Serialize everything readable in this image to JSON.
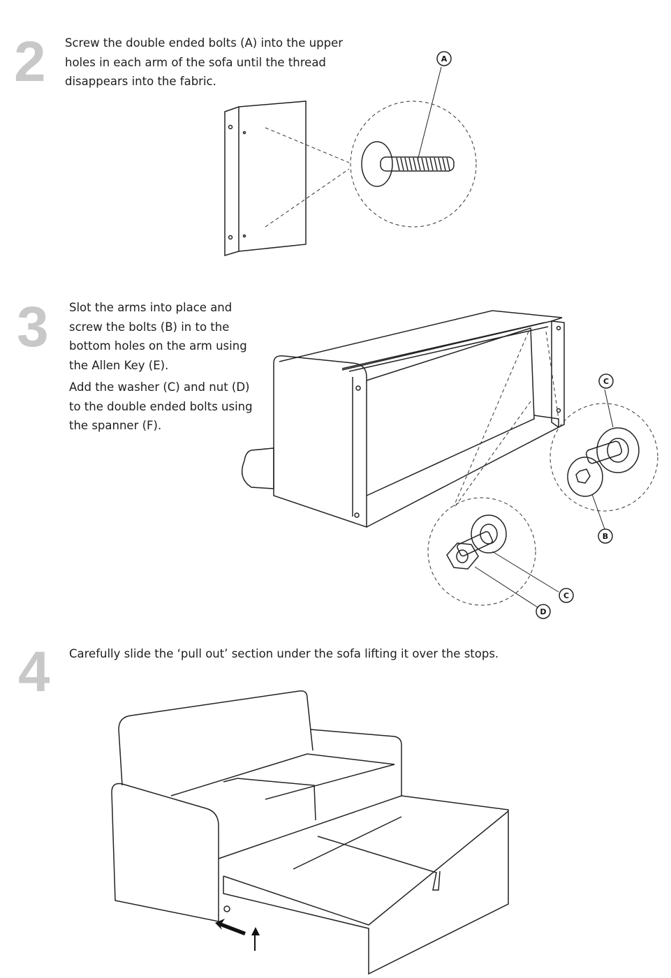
{
  "steps": [
    {
      "number": "2",
      "text": [
        "Screw the double ended bolts (A) into the upper holes in each arm of the sofa until the thread disappears into the fabric."
      ]
    },
    {
      "number": "3",
      "text": [
        "Slot the arms into place and screw the bolts (B) in to the bottom holes on the arm using the Allen Key (E).",
        "Add the washer (C) and nut (D) to the double ended bolts using the spanner (F)."
      ]
    },
    {
      "number": "4",
      "text": [
        "Carefully slide the ‘pull out’ section under the sofa lifting it over the stops."
      ]
    }
  ],
  "callouts": {
    "a": "A",
    "b": "B",
    "c1": "C",
    "c2": "C",
    "d": "D"
  }
}
